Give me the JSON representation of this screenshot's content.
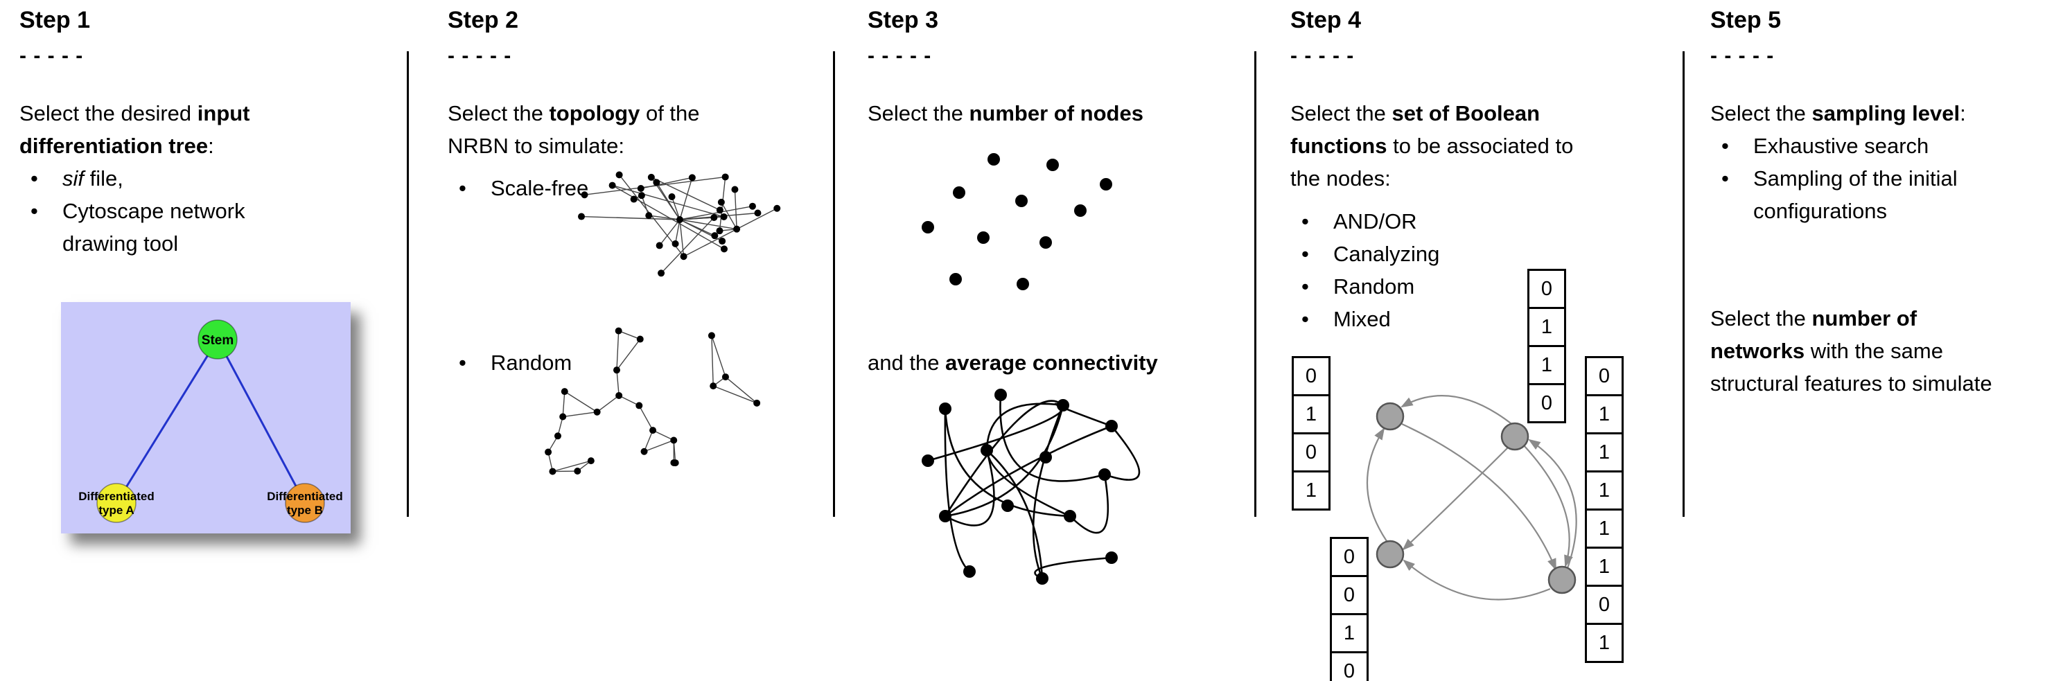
{
  "steps": [
    {
      "title": "Step 1",
      "dashes": "- - - - -",
      "intro": [
        {
          "t": "Select the desired "
        },
        {
          "t": "input\ndifferentiation tree",
          "b": true
        },
        {
          "t": ":"
        }
      ],
      "bullets": [
        [
          {
            "t": "sif",
            "i": true
          },
          {
            "t": " file,"
          }
        ],
        [
          {
            "t": "Cytoscape network\ndrawing tool"
          }
        ]
      ],
      "tree": {
        "background": "#c9c9fa",
        "edge_color": "#2233cc",
        "nodes": [
          {
            "id": "stem",
            "label": "Stem",
            "color": "#33e633"
          },
          {
            "id": "type-a",
            "label": "Differentiated type A",
            "color": "#f0ee2e"
          },
          {
            "id": "type-b",
            "label": "Differentiated type B",
            "color": "#f09a32"
          }
        ]
      }
    },
    {
      "title": "Step 2",
      "dashes": "- - - - -",
      "intro": [
        {
          "t": "Select the "
        },
        {
          "t": "topology",
          "b": true
        },
        {
          "t": " of the\nNRBN to simulate:"
        }
      ],
      "bullets": [
        [
          {
            "t": "Scale-free"
          }
        ],
        [
          {
            "t": "Random"
          }
        ]
      ]
    },
    {
      "title": "Step 3",
      "dashes": "- - - - -",
      "intro": [
        {
          "t": "Select the "
        },
        {
          "t": "number of nodes",
          "b": true
        }
      ],
      "second": [
        {
          "t": "and the "
        },
        {
          "t": "average connectivity",
          "b": true
        }
      ]
    },
    {
      "title": "Step 4",
      "dashes": "- - - - -",
      "intro": [
        {
          "t": "Select the "
        },
        {
          "t": "set of Boolean\nfunctions",
          "b": true
        },
        {
          "t": " to be associated to\nthe nodes:"
        }
      ],
      "bullets": [
        [
          {
            "t": "AND/OR"
          }
        ],
        [
          {
            "t": "Canalyzing"
          }
        ],
        [
          {
            "t": "Random"
          }
        ],
        [
          {
            "t": "Mixed"
          }
        ]
      ],
      "truth_tables": {
        "left": [
          "0",
          "1",
          "0",
          "1"
        ],
        "top": [
          "0",
          "1",
          "1",
          "0"
        ],
        "right": [
          "0",
          "1",
          "1",
          "1",
          "1",
          "1",
          "0",
          "1"
        ],
        "bottom": [
          "0",
          "0",
          "1",
          "0"
        ]
      },
      "network": {
        "node_color": "#a3a3a3",
        "edge_color": "#8a8a8a"
      }
    },
    {
      "title": "Step 5",
      "dashes": "- - - - -",
      "intro": [
        {
          "t": "Select the "
        },
        {
          "t": "sampling level",
          "b": true
        },
        {
          "t": ":"
        }
      ],
      "bullets": [
        [
          {
            "t": "Exhaustive search"
          }
        ],
        [
          {
            "t": "Sampling of the initial\nconfigurations"
          }
        ]
      ],
      "second": [
        {
          "t": "Select the "
        },
        {
          "t": "number of\nnetworks",
          "b": true
        },
        {
          "t": " with the same\nstructural features to simulate"
        }
      ]
    }
  ]
}
